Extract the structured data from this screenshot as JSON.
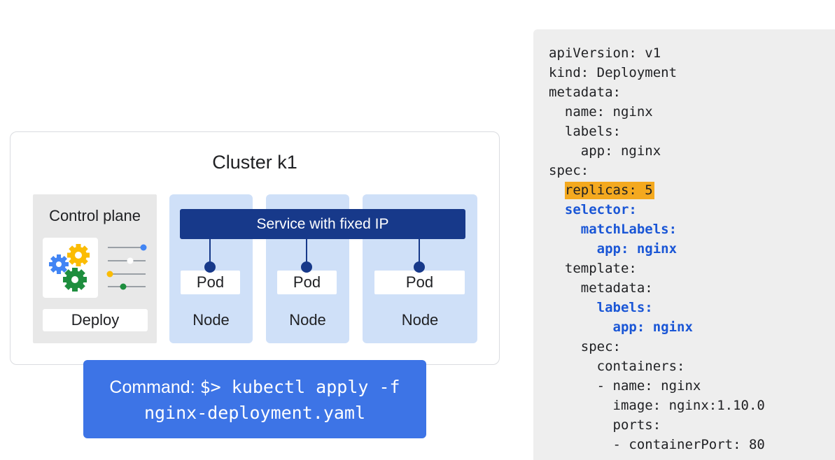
{
  "cluster": {
    "title": "Cluster k1"
  },
  "control_plane": {
    "title": "Control plane",
    "deploy_label": "Deploy"
  },
  "service": {
    "label": "Service with fixed IP"
  },
  "nodes": [
    {
      "label": "Node",
      "pod_label": "Pod"
    },
    {
      "label": "Node",
      "pod_label": "Pod"
    },
    {
      "label": "Node",
      "pod_label": "Pod"
    }
  ],
  "command": {
    "prefix": "Command: ",
    "line1_code": "$> kubectl apply -f",
    "line2_code": "nginx-deployment.yaml"
  },
  "yaml": {
    "lines": [
      {
        "text": "apiVersion: v1",
        "indent": 0,
        "style": "normal"
      },
      {
        "text": "kind: Deployment",
        "indent": 0,
        "style": "normal"
      },
      {
        "text": "metadata:",
        "indent": 0,
        "style": "normal"
      },
      {
        "text": "name: nginx",
        "indent": 1,
        "style": "normal"
      },
      {
        "text": "labels:",
        "indent": 1,
        "style": "normal"
      },
      {
        "text": "app: nginx",
        "indent": 2,
        "style": "normal"
      },
      {
        "text": "spec:",
        "indent": 0,
        "style": "normal"
      },
      {
        "text": "replicas: 5",
        "indent": 1,
        "style": "highlight"
      },
      {
        "text": "selector:",
        "indent": 1,
        "style": "blue"
      },
      {
        "text": "matchLabels:",
        "indent": 2,
        "style": "blue"
      },
      {
        "text": "app: nginx",
        "indent": 3,
        "style": "blue"
      },
      {
        "text": "template:",
        "indent": 1,
        "style": "normal"
      },
      {
        "text": "metadata:",
        "indent": 2,
        "style": "normal"
      },
      {
        "text": "labels:",
        "indent": 3,
        "style": "blue"
      },
      {
        "text": "app: nginx",
        "indent": 4,
        "style": "blue"
      },
      {
        "text": "spec:",
        "indent": 2,
        "style": "normal"
      },
      {
        "text": "containers:",
        "indent": 3,
        "style": "normal"
      },
      {
        "text": "- name: nginx",
        "indent": 3,
        "style": "normal"
      },
      {
        "text": "image: nginx:1.10.0",
        "indent": 4,
        "style": "normal"
      },
      {
        "text": "ports:",
        "indent": 4,
        "style": "normal"
      },
      {
        "text": "- containerPort: 80",
        "indent": 4,
        "style": "normal"
      }
    ]
  },
  "colors": {
    "service_bar": "#17398a",
    "node_bg": "#cfe0f8",
    "command_bg": "#3d74e6",
    "yaml_highlight": "#f4a91f",
    "yaml_blue": "#1a56d6",
    "gear_blue": "#4285f4",
    "gear_yellow": "#fbbc04",
    "gear_green": "#1e8e3e"
  },
  "icons": {
    "gears": "gears-icon",
    "sliders": "sliders-icon"
  }
}
